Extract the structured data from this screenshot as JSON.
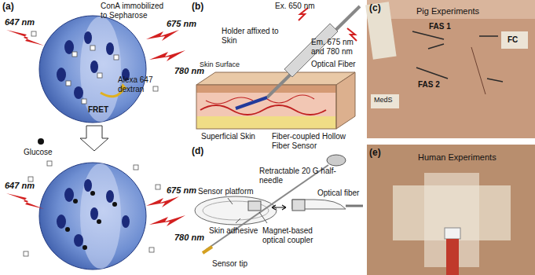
{
  "diagram": {
    "labels": [
      "(a)",
      "647 nm",
      "ConA immobilized to Sepharose",
      "675 nm",
      "780 nm",
      "Alexa 647 dextran",
      "FRET",
      "Glucose",
      "647 nm",
      "675 nm",
      "780 nm",
      "(b)",
      "Ex. 650 nm",
      "Em. 675 nm and 780 nm",
      "Holder affixed to Skin",
      "Optical Fiber",
      "Skin Surface",
      "Superficial Skin",
      "Fiber-coupled Hollow Fiber Sensor",
      "(c)",
      "Pig Experiments",
      "FAS 1",
      "FC",
      "FAS 2",
      "MedS",
      "(d)",
      "Retractable 20 G half-needle",
      "Sensor platform",
      "Skin adhesive",
      "Magnet-based optical coupler",
      "Optical fiber",
      "Sensor tip",
      "(e)",
      "Human Experiments"
    ]
  }
}
